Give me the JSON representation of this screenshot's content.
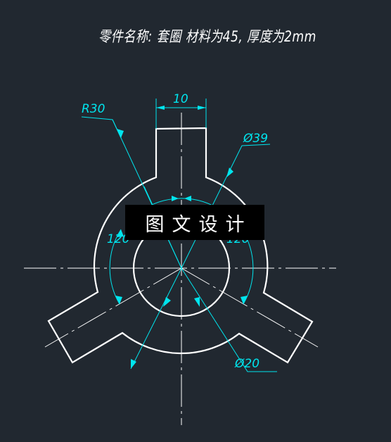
{
  "drawing": {
    "title": "零件名称: 套圈  材料为45, 厚度为2mm",
    "watermark": "图文设计",
    "dimensions": {
      "radius_outer": "R30",
      "slot_width": "10",
      "diameter_large": "Ø39",
      "diameter_small": "Ø20",
      "angle_left": "120°",
      "angle_right": "120°"
    }
  },
  "colors": {
    "background": "#212830",
    "outline": "#ffffff",
    "dimension": "#00e5ee",
    "watermark_bg": "#000000"
  }
}
